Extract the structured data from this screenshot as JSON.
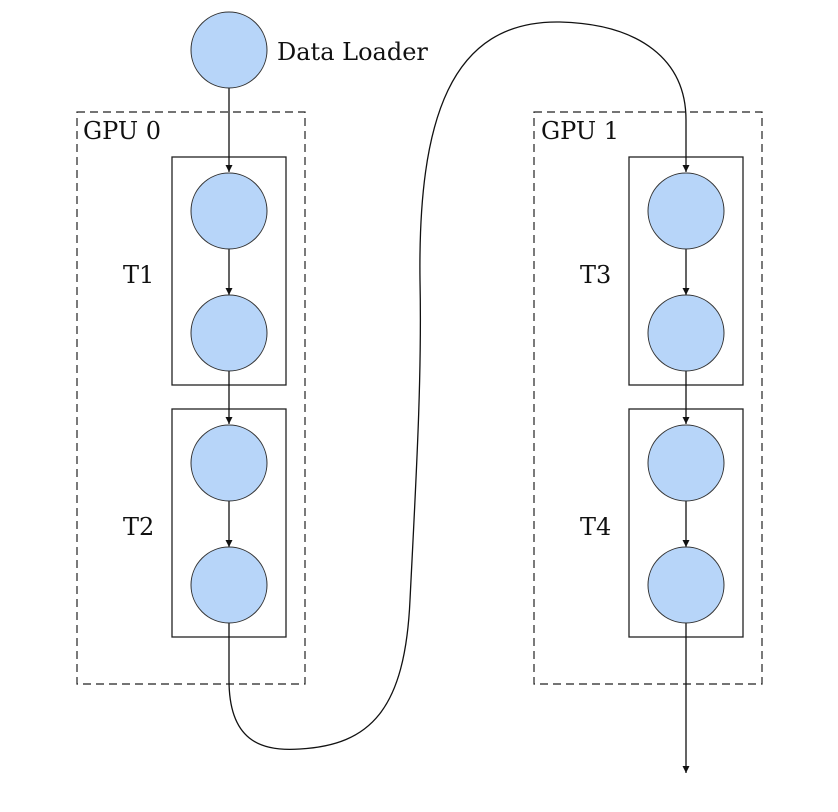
{
  "diagram": {
    "source_label": "Data Loader",
    "gpu0_label": "GPU 0",
    "gpu1_label": "GPU 1",
    "stage_labels": [
      "T1",
      "T2",
      "T3",
      "T4"
    ],
    "node_color": "#b7d5f9",
    "edge_color": "#111111"
  }
}
